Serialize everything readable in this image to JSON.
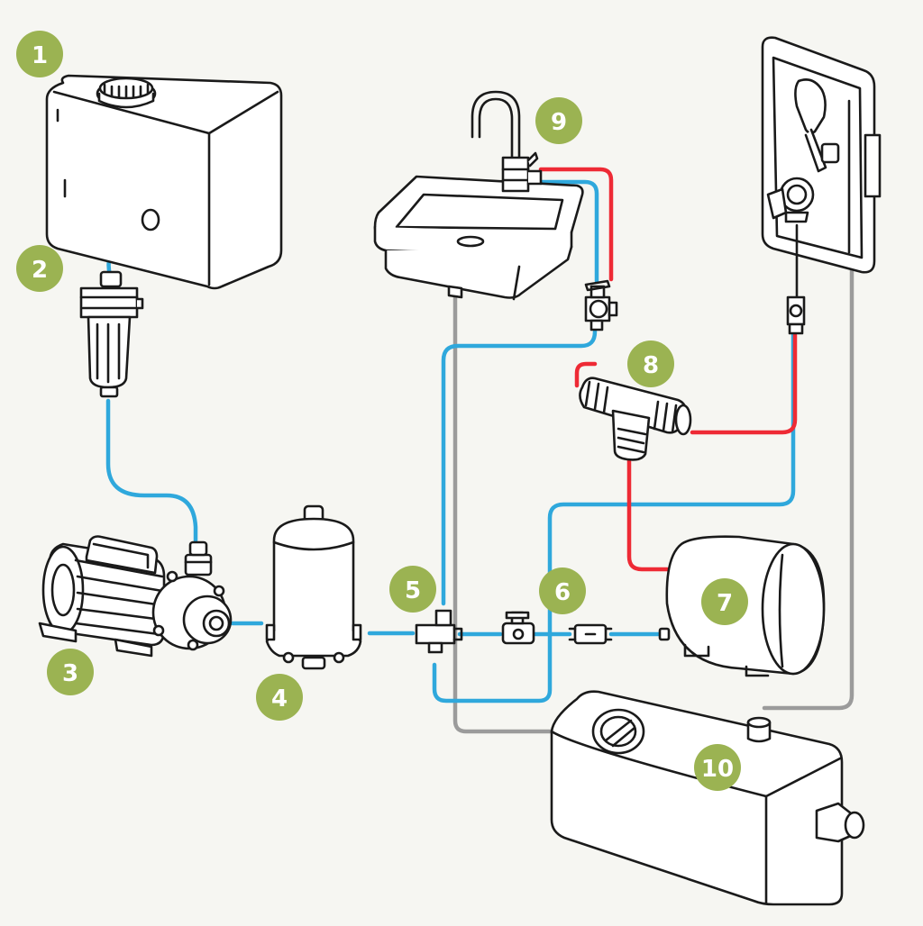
{
  "colors": {
    "background": "#f6f6f2",
    "badge": "#9bb352",
    "cold_pipe": "#2fa8dc",
    "hot_pipe": "#ee2a35",
    "waste_pipe": "#9b9b9b",
    "outline": "#1a1a1a"
  },
  "badges": [
    {
      "number": "1",
      "component": "fresh-water-tank"
    },
    {
      "number": "2",
      "component": "water-filter"
    },
    {
      "number": "3",
      "component": "water-pump"
    },
    {
      "number": "4",
      "component": "accumulator-tank"
    },
    {
      "number": "5",
      "component": "tee-fitting"
    },
    {
      "number": "6",
      "component": "check-valve"
    },
    {
      "number": "7",
      "component": "water-heater"
    },
    {
      "number": "8",
      "component": "tee-connector"
    },
    {
      "number": "9",
      "component": "sink-faucet"
    },
    {
      "number": "10",
      "component": "grey-water-tank"
    }
  ],
  "icons": [
    "fresh-water-tank-icon",
    "water-filter-icon",
    "water-pump-icon",
    "accumulator-tank-icon",
    "tee-fitting-icon",
    "ball-valve-icon",
    "check-valve-icon",
    "water-heater-icon",
    "tee-connector-icon",
    "sink-faucet-icon",
    "shower-panel-icon",
    "grey-water-tank-icon"
  ]
}
